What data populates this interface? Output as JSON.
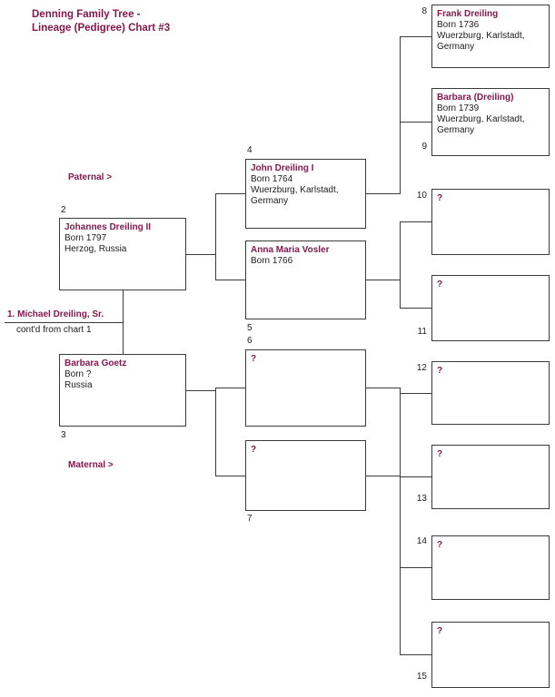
{
  "colors": {
    "accent": "#821a4d",
    "line": "#3a3a3a"
  },
  "title": {
    "line1": "Denning Family Tree -",
    "line2": "Lineage (Pedigree) Chart #3"
  },
  "side_labels": {
    "paternal": "Paternal >",
    "maternal": "Maternal >"
  },
  "root_person": {
    "label": "1. Michael Dreiling, Sr.",
    "note": "cont'd from chart 1"
  },
  "persons": {
    "p2": {
      "num": "2",
      "name": "Johannes Dreiling II",
      "details": [
        "Born 1797",
        "Herzog, Russia"
      ]
    },
    "p3": {
      "num": "3",
      "name": "Barbara Goetz",
      "details": [
        "Born ?",
        "Russia"
      ]
    },
    "p4": {
      "num": "4",
      "name": "John Dreiling I",
      "details": [
        "Born 1764",
        "Wuerzburg, Karlstadt,",
        "Germany"
      ]
    },
    "p5": {
      "num": "5",
      "name": "Anna Maria Vosler",
      "details": [
        "Born 1766"
      ]
    },
    "p6": {
      "num": "6",
      "name": "?",
      "details": []
    },
    "p7": {
      "num": "7",
      "name": "?",
      "details": []
    },
    "p8": {
      "num": "8",
      "name": "Frank Dreiling",
      "details": [
        "Born 1736",
        "Wuerzburg, Karlstadt,",
        "Germany"
      ]
    },
    "p9": {
      "num": "9",
      "name": "Barbara (Dreiling)",
      "details": [
        "Born 1739",
        "Wuerzburg, Karlstadt,",
        "Germany"
      ]
    },
    "p10": {
      "num": "10",
      "name": "?",
      "details": []
    },
    "p11": {
      "num": "11",
      "name": "?",
      "details": []
    },
    "p12": {
      "num": "12",
      "name": "?",
      "details": []
    },
    "p13": {
      "num": "13",
      "name": "?",
      "details": []
    },
    "p14": {
      "num": "14",
      "name": "?",
      "details": []
    },
    "p15": {
      "num": "15",
      "name": "?",
      "details": []
    }
  }
}
